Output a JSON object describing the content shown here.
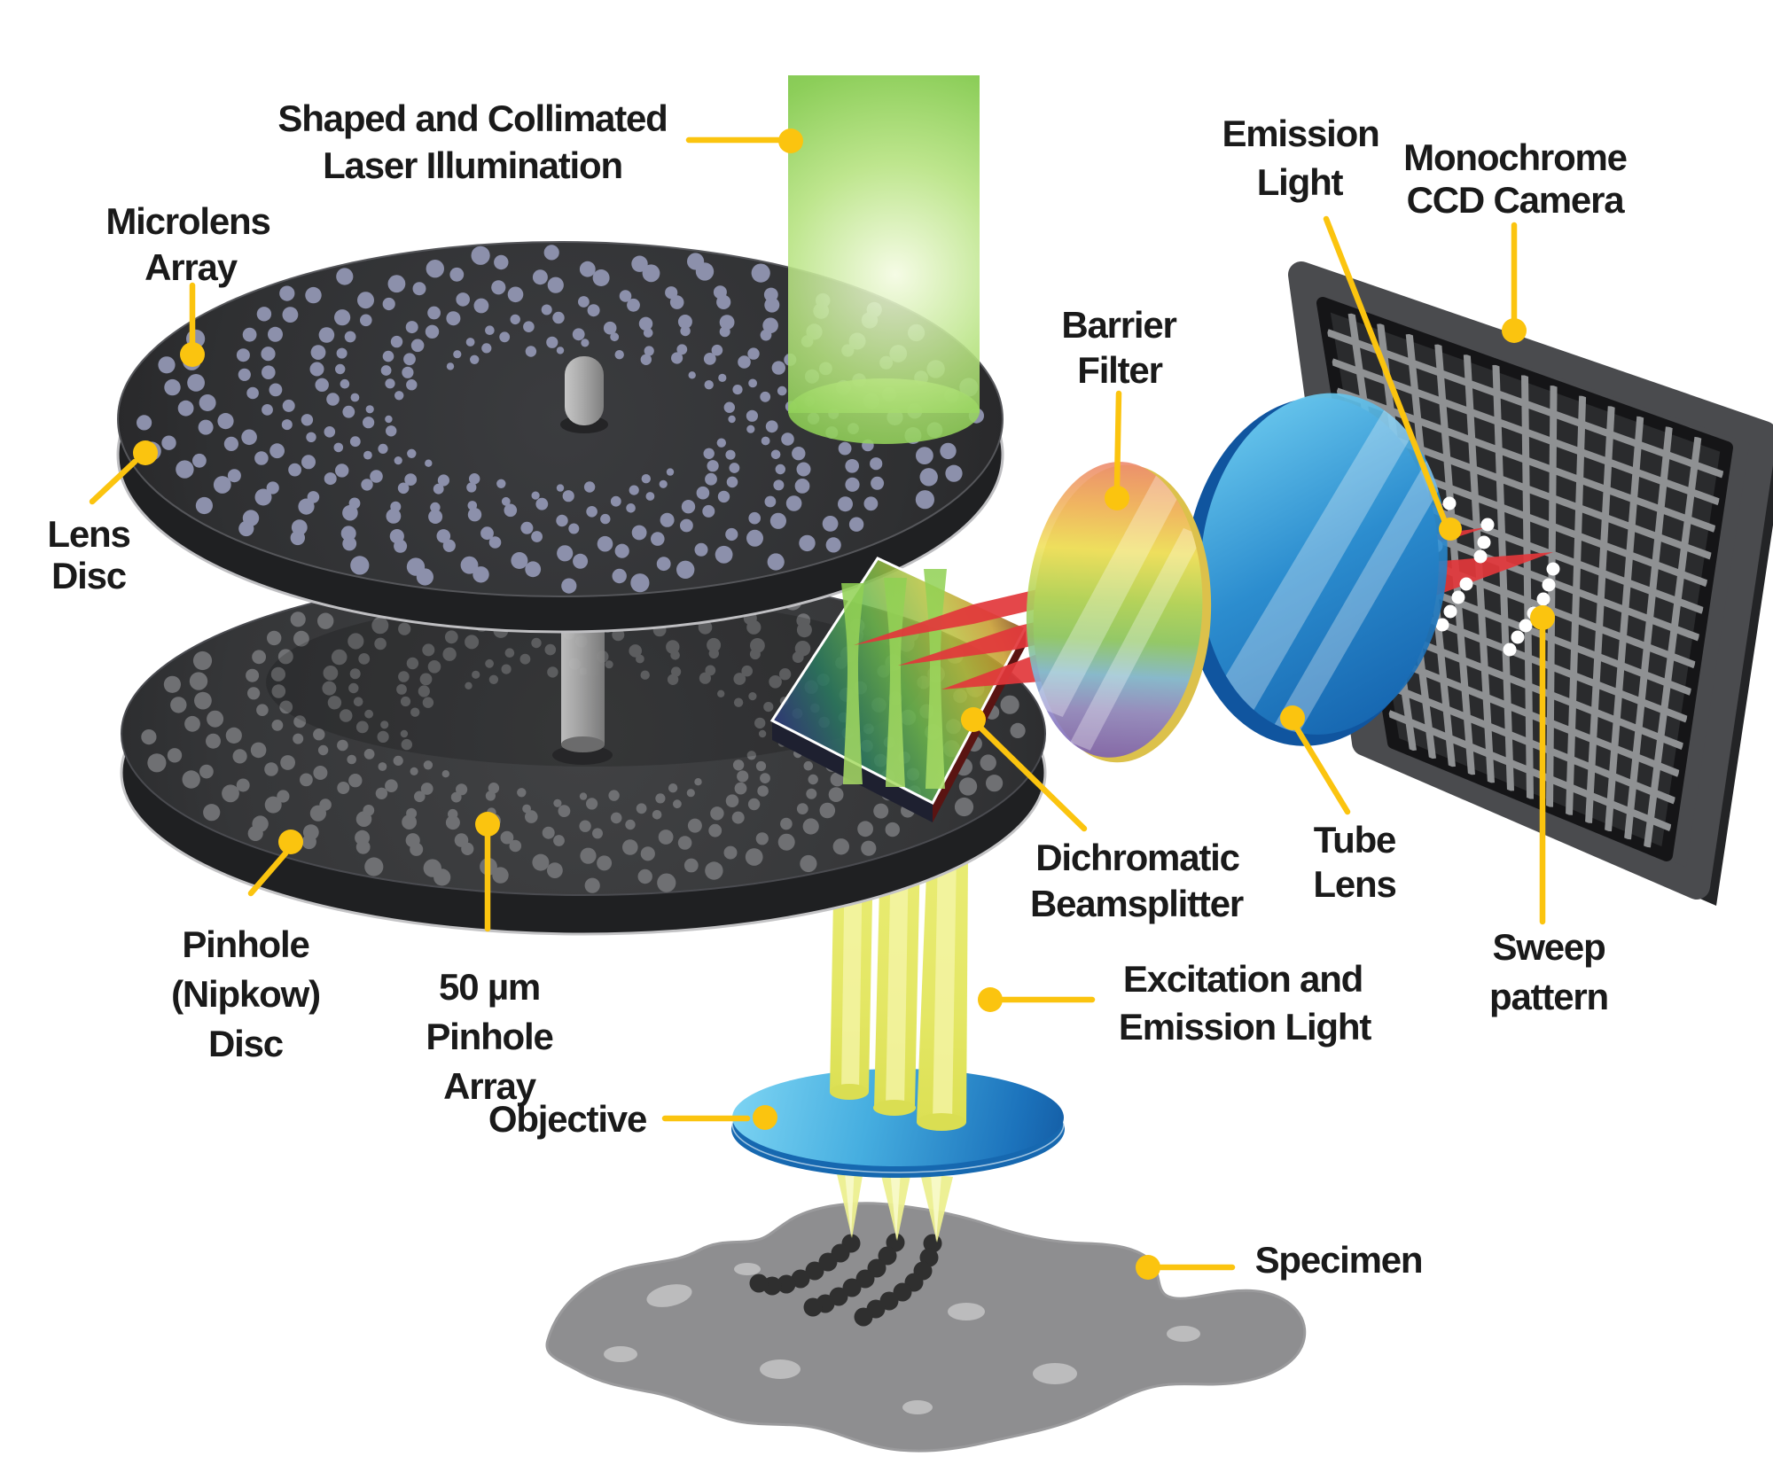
{
  "diagram_type": "spinning-disk-confocal-microscope-schematic",
  "labels": {
    "laser": {
      "line1": "Shaped and Collimated",
      "line2": "Laser Illumination"
    },
    "microlens": {
      "line1": "Microlens",
      "line2": "Array"
    },
    "lens_disc": {
      "line1": "Lens",
      "line2": "Disc"
    },
    "emission": {
      "line1": "Emission",
      "line2": "Light"
    },
    "ccd": {
      "line1": "Monochrome",
      "line2": "CCD Camera"
    },
    "barrier": {
      "line1": "Barrier",
      "line2": "Filter"
    },
    "dichromatic": {
      "line1": "Dichromatic",
      "line2": "Beamsplitter"
    },
    "tube_lens": {
      "line1": "Tube",
      "line2": "Lens"
    },
    "sweep": {
      "line1": "Sweep",
      "line2": "pattern"
    },
    "pinhole_disc": {
      "line1": "Pinhole",
      "line2": "(Nipkow)",
      "line3": "Disc"
    },
    "pinhole_array": {
      "line1": "50 µm",
      "line2": "Pinhole",
      "line3": "Array"
    },
    "objective": {
      "text": "Objective"
    },
    "excitation": {
      "line1": "Excitation and",
      "line2": "Emission Light"
    },
    "specimen": {
      "text": "Specimen"
    }
  },
  "colors": {
    "callout_yellow": "#FBC40F",
    "label_text": "#1A1A1A",
    "laser_green": "#76C63E",
    "excitation_beam_yellow": "#E9EC74",
    "emission_beam_red": "#E2373B",
    "disc_body_dark": "#313234",
    "lens_disc_dots": "#8C90AB",
    "pinhole_disc_dots": "#6F7073",
    "tube_lens_blue": "#2F93D4",
    "objective_blue": "#46AEE0",
    "ccd_frame_gray": "#4A4B4E",
    "ccd_grid_gray": "#8F9193",
    "specimen_gray": "#C9C9CA",
    "sweep_dots_white": "#FFFFFF",
    "specimen_dots_dark": "#2F2F2F"
  }
}
